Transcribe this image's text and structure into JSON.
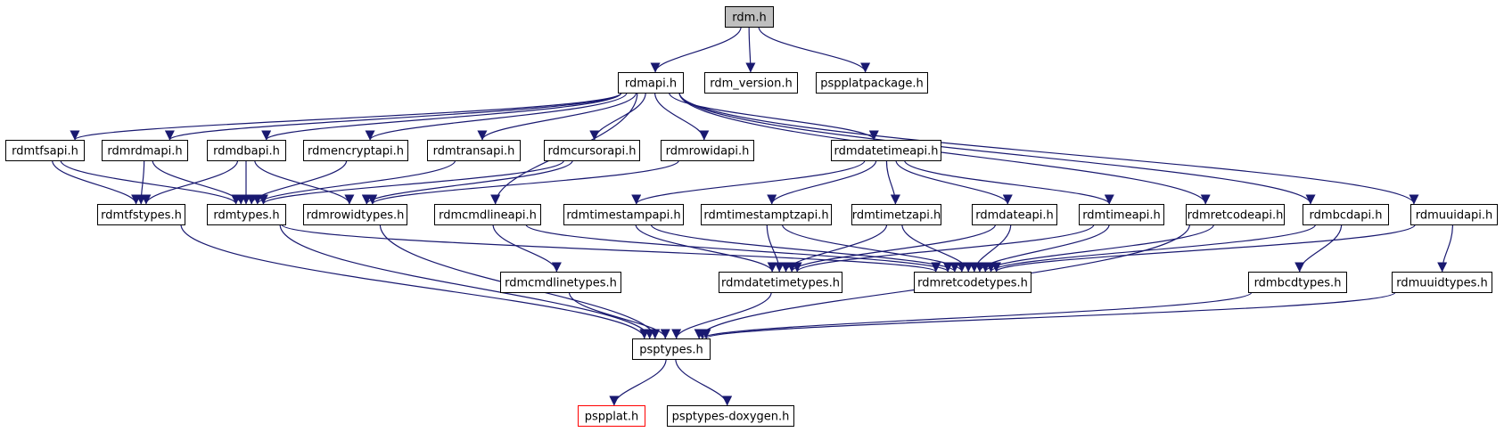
{
  "colors": {
    "edge": "#191970",
    "node_border": "#000000",
    "root_fill": "#bfbfbf",
    "truncated_border": "#ff0000"
  },
  "nodes": [
    {
      "id": "rdm_h",
      "label": "rdm.h",
      "style": "root"
    },
    {
      "id": "rdmapi_h",
      "label": "rdmapi.h"
    },
    {
      "id": "rdm_version_h",
      "label": "rdm_version.h"
    },
    {
      "id": "pspplatpackage_h",
      "label": "pspplatpackage.h"
    },
    {
      "id": "rdmtfsapi_h",
      "label": "rdmtfsapi.h"
    },
    {
      "id": "rdmrdmapi_h",
      "label": "rdmrdmapi.h"
    },
    {
      "id": "rdmdbapi_h",
      "label": "rdmdbapi.h"
    },
    {
      "id": "rdmencryptapi_h",
      "label": "rdmencryptapi.h"
    },
    {
      "id": "rdmtransapi_h",
      "label": "rdmtransapi.h"
    },
    {
      "id": "rdmcursorapi_h",
      "label": "rdmcursorapi.h"
    },
    {
      "id": "rdmrowidapi_h",
      "label": "rdmrowidapi.h"
    },
    {
      "id": "rdmdatetimeapi_h",
      "label": "rdmdatetimeapi.h"
    },
    {
      "id": "rdmretcodeapi_h",
      "label": "rdmretcodeapi.h"
    },
    {
      "id": "rdmbcdapi_h",
      "label": "rdmbcdapi.h"
    },
    {
      "id": "rdmuuidapi_h",
      "label": "rdmuuidapi.h"
    },
    {
      "id": "rdmtfstypes_h",
      "label": "rdmtfstypes.h"
    },
    {
      "id": "rdmtypes_h",
      "label": "rdmtypes.h"
    },
    {
      "id": "rdmrowidtypes_h",
      "label": "rdmrowidtypes.h"
    },
    {
      "id": "rdmcmdlineapi_h",
      "label": "rdmcmdlineapi.h"
    },
    {
      "id": "rdmtimestampapi_h",
      "label": "rdmtimestampapi.h"
    },
    {
      "id": "rdmtimestamptzapi_h",
      "label": "rdmtimestamptzapi.h"
    },
    {
      "id": "rdmtimetzapi_h",
      "label": "rdmtimetzapi.h"
    },
    {
      "id": "rdmdateapi_h",
      "label": "rdmdateapi.h"
    },
    {
      "id": "rdmtimeapi_h",
      "label": "rdmtimeapi.h"
    },
    {
      "id": "rdmcmdlinetypes_h",
      "label": "rdmcmdlinetypes.h"
    },
    {
      "id": "rdmdatetimetypes_h",
      "label": "rdmdatetimetypes.h"
    },
    {
      "id": "rdmretcodetypes_h",
      "label": "rdmretcodetypes.h"
    },
    {
      "id": "rdmbcdtypes_h",
      "label": "rdmbcdtypes.h"
    },
    {
      "id": "rdmuuidtypes_h",
      "label": "rdmuuidtypes.h"
    },
    {
      "id": "psptypes_h",
      "label": "psptypes.h"
    },
    {
      "id": "pspplat_h",
      "label": "pspplat.h",
      "style": "truncated"
    },
    {
      "id": "psptypes_doxygen_h",
      "label": "psptypes-doxygen.h"
    }
  ],
  "edges": [
    [
      "rdm_h",
      "rdmapi_h"
    ],
    [
      "rdm_h",
      "rdm_version_h"
    ],
    [
      "rdm_h",
      "pspplatpackage_h"
    ],
    [
      "rdmapi_h",
      "rdmtfsapi_h"
    ],
    [
      "rdmapi_h",
      "rdmrdmapi_h"
    ],
    [
      "rdmapi_h",
      "rdmdbapi_h"
    ],
    [
      "rdmapi_h",
      "rdmencryptapi_h"
    ],
    [
      "rdmapi_h",
      "rdmtransapi_h"
    ],
    [
      "rdmapi_h",
      "rdmcursorapi_h"
    ],
    [
      "rdmapi_h",
      "rdmrowidapi_h"
    ],
    [
      "rdmapi_h",
      "rdmcmdlineapi_h"
    ],
    [
      "rdmapi_h",
      "rdmdatetimeapi_h"
    ],
    [
      "rdmapi_h",
      "rdmretcodeapi_h"
    ],
    [
      "rdmapi_h",
      "rdmbcdapi_h"
    ],
    [
      "rdmapi_h",
      "rdmuuidapi_h"
    ],
    [
      "rdmtfsapi_h",
      "rdmtfstypes_h"
    ],
    [
      "rdmtfsapi_h",
      "rdmtypes_h"
    ],
    [
      "rdmrdmapi_h",
      "rdmtfstypes_h"
    ],
    [
      "rdmrdmapi_h",
      "rdmtypes_h"
    ],
    [
      "rdmdbapi_h",
      "rdmtfstypes_h"
    ],
    [
      "rdmdbapi_h",
      "rdmtypes_h"
    ],
    [
      "rdmdbapi_h",
      "rdmrowidtypes_h"
    ],
    [
      "rdmencryptapi_h",
      "rdmtypes_h"
    ],
    [
      "rdmtransapi_h",
      "rdmtypes_h"
    ],
    [
      "rdmcursorapi_h",
      "rdmtypes_h"
    ],
    [
      "rdmcursorapi_h",
      "rdmrowidtypes_h"
    ],
    [
      "rdmrowidapi_h",
      "rdmrowidtypes_h"
    ],
    [
      "rdmdatetimeapi_h",
      "rdmtimestampapi_h"
    ],
    [
      "rdmdatetimeapi_h",
      "rdmtimestamptzapi_h"
    ],
    [
      "rdmdatetimeapi_h",
      "rdmtimetzapi_h"
    ],
    [
      "rdmdatetimeapi_h",
      "rdmdateapi_h"
    ],
    [
      "rdmdatetimeapi_h",
      "rdmtimeapi_h"
    ],
    [
      "rdmtfstypes_h",
      "psptypes_h"
    ],
    [
      "rdmtypes_h",
      "psptypes_h"
    ],
    [
      "rdmtypes_h",
      "rdmretcodetypes_h"
    ],
    [
      "rdmrowidtypes_h",
      "psptypes_h"
    ],
    [
      "rdmcmdlineapi_h",
      "rdmcmdlinetypes_h"
    ],
    [
      "rdmcmdlineapi_h",
      "rdmretcodetypes_h"
    ],
    [
      "rdmtimestampapi_h",
      "rdmdatetimetypes_h"
    ],
    [
      "rdmtimestampapi_h",
      "rdmretcodetypes_h"
    ],
    [
      "rdmtimestamptzapi_h",
      "rdmdatetimetypes_h"
    ],
    [
      "rdmtimestamptzapi_h",
      "rdmretcodetypes_h"
    ],
    [
      "rdmtimetzapi_h",
      "rdmdatetimetypes_h"
    ],
    [
      "rdmtimetzapi_h",
      "rdmretcodetypes_h"
    ],
    [
      "rdmdateapi_h",
      "rdmdatetimetypes_h"
    ],
    [
      "rdmdateapi_h",
      "rdmretcodetypes_h"
    ],
    [
      "rdmtimeapi_h",
      "rdmdatetimetypes_h"
    ],
    [
      "rdmtimeapi_h",
      "rdmretcodetypes_h"
    ],
    [
      "rdmretcodeapi_h",
      "rdmretcodetypes_h"
    ],
    [
      "rdmretcodeapi_h",
      "psptypes_h"
    ],
    [
      "rdmbcdapi_h",
      "rdmretcodetypes_h"
    ],
    [
      "rdmbcdapi_h",
      "rdmbcdtypes_h"
    ],
    [
      "rdmuuidapi_h",
      "rdmretcodetypes_h"
    ],
    [
      "rdmuuidapi_h",
      "rdmuuidtypes_h"
    ],
    [
      "rdmcmdlinetypes_h",
      "psptypes_h"
    ],
    [
      "rdmdatetimetypes_h",
      "psptypes_h"
    ],
    [
      "rdmbcdtypes_h",
      "psptypes_h"
    ],
    [
      "rdmuuidtypes_h",
      "psptypes_h"
    ],
    [
      "psptypes_h",
      "pspplat_h"
    ],
    [
      "psptypes_h",
      "psptypes_doxygen_h"
    ]
  ]
}
